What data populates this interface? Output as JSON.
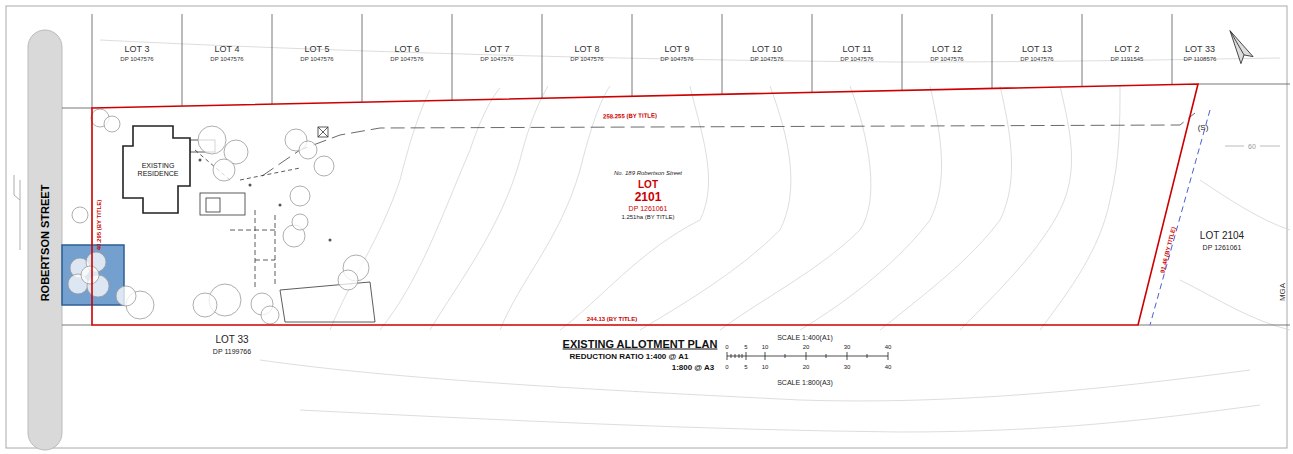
{
  "diagram": {
    "title": "EXISTING ALLOTMENT PLAN",
    "nodes": [
      {
        "text": [
          "No. 189 Robertson Street",
          "LOT",
          "2101",
          "DP 1261061",
          "1.251ha (BY TITLE)"
        ]
      },
      {
        "text": [
          "EXISTING RESIDENCE"
        ],
        "in": 0
      }
    ],
    "labels": [
      "ROBERTSON STREET",
      "LOT 3",
      "DP 1047576",
      "LOT 4",
      "DP 1047576",
      "LOT 5",
      "DP 1047576",
      "LOT 6",
      "DP 1047576",
      "LOT 7",
      "DP 1047576",
      "LOT 8",
      "DP 1047576",
      "LOT 9",
      "DP 1047576",
      "LOT 10",
      "DP 1047576",
      "LOT 11",
      "DP 1047576",
      "LOT 12",
      "DP 1047576",
      "LOT 13",
      "DP 1047576",
      "LOT 2",
      "DP 1191545",
      "LOT 33",
      "DP 1108576",
      "258.255 (BY TITLE)",
      "40.295 (BY TITLE)",
      "244.13 (BY TITLE)",
      "91.46 (BY TITLE)",
      "(S)",
      "LOT 2104",
      "DP 1261061",
      "LOT 33",
      "DP 1199766",
      "REDUCTION RATIO 1:400 @ A1",
      "1:800 @ A3",
      "SCALE 1:400(A1)",
      "0",
      "5",
      "10",
      "20",
      "30",
      "40",
      "0",
      "5",
      "10",
      "20",
      "30",
      "40",
      "SCALE 1:800(A3)",
      "MGA",
      "60"
    ]
  }
}
